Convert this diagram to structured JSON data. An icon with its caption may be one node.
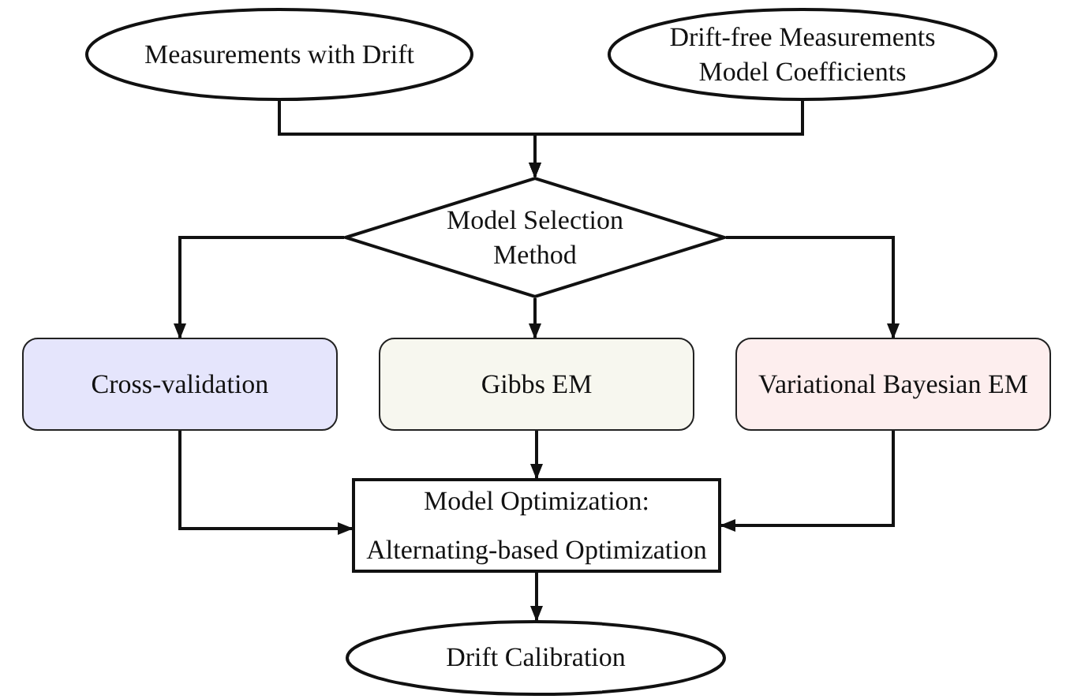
{
  "diagram": {
    "nodes": [
      {
        "text": [
          "Measurements with Drift"
        ]
      },
      {
        "text": [
          "Drift-free Measurements Model Coefficients"
        ]
      },
      {
        "text": [
          "Model Selection Method"
        ]
      },
      {
        "text": [
          "Cross-validation"
        ]
      },
      {
        "text": [
          "Gibbs EM"
        ]
      },
      {
        "text": [
          "Variational Bayesian EM"
        ]
      },
      {
        "text": [
          "Model Optimization:",
          "Alternating-based Optimization"
        ]
      },
      {
        "text": [
          "Drift Calibration"
        ]
      }
    ],
    "edges": [
      {
        "from": 0,
        "to": 2,
        "arrow": "to"
      },
      {
        "from": 1,
        "to": 2,
        "arrow": "to"
      },
      {
        "from": 2,
        "to": 3,
        "arrow": "to"
      },
      {
        "from": 2,
        "to": 4,
        "arrow": "to"
      },
      {
        "from": 2,
        "to": 5,
        "arrow": "to"
      },
      {
        "from": 3,
        "to": 6,
        "arrow": "to"
      },
      {
        "from": 4,
        "to": 6,
        "arrow": "to"
      },
      {
        "from": 5,
        "to": 6,
        "arrow": "to"
      },
      {
        "from": 6,
        "to": 7,
        "arrow": "to"
      }
    ]
  }
}
